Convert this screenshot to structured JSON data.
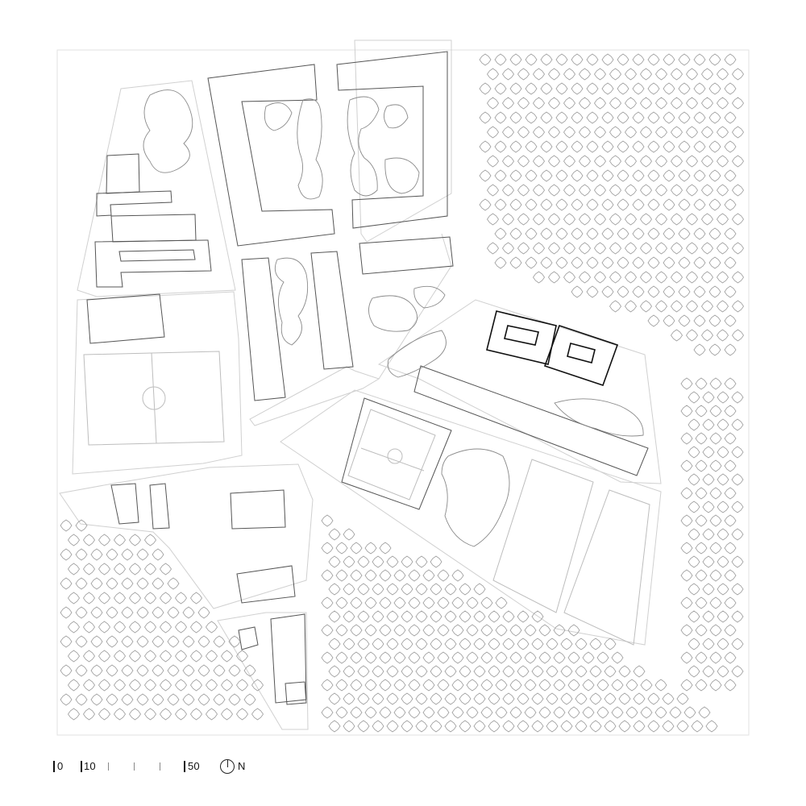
{
  "scale": {
    "labels": [
      "0",
      "10",
      "50"
    ],
    "unit": ""
  },
  "north": {
    "label": "N",
    "icon": "north-arrow-icon"
  },
  "colors": {
    "building_outline": "#555555",
    "highlight_outline": "#111111",
    "parcel_outline": "#cfcfcf",
    "tree_outline": "#8a8a8a"
  }
}
